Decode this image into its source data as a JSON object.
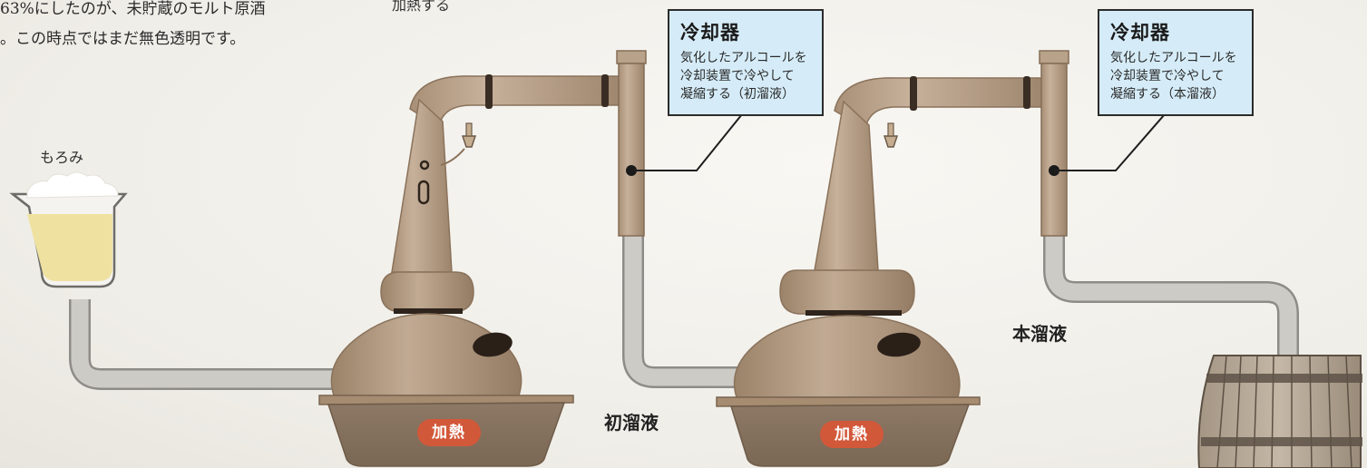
{
  "intro": {
    "line1": "63%にしたのが、未貯蔵のモルト原酒",
    "line2": "。この時点ではまだ無色透明です。"
  },
  "top_heat_text": "加熱する",
  "moromi_label": "もろみ",
  "cooler_left": {
    "title": "冷却器",
    "line1": "気化したアルコールを",
    "line2": "冷却装置で冷やして",
    "line3": "凝縮する（初溜液）"
  },
  "cooler_right": {
    "title": "冷却器",
    "line1": "気化したアルコールを",
    "line2": "冷却装置で冷やして",
    "line3": "凝縮する（本溜液）"
  },
  "first_distillate_label": "初溜液",
  "main_distillate_label": "本溜液",
  "heat_left": "加熱",
  "heat_right": "加熱",
  "colors": {
    "copper": "#b79f86",
    "copper_dark": "#8f7862",
    "pipe": "#c9c7c2",
    "cooler_fill": "#d5ecf8",
    "heat_badge": "#d2583a",
    "wort": "#efe2a0"
  }
}
